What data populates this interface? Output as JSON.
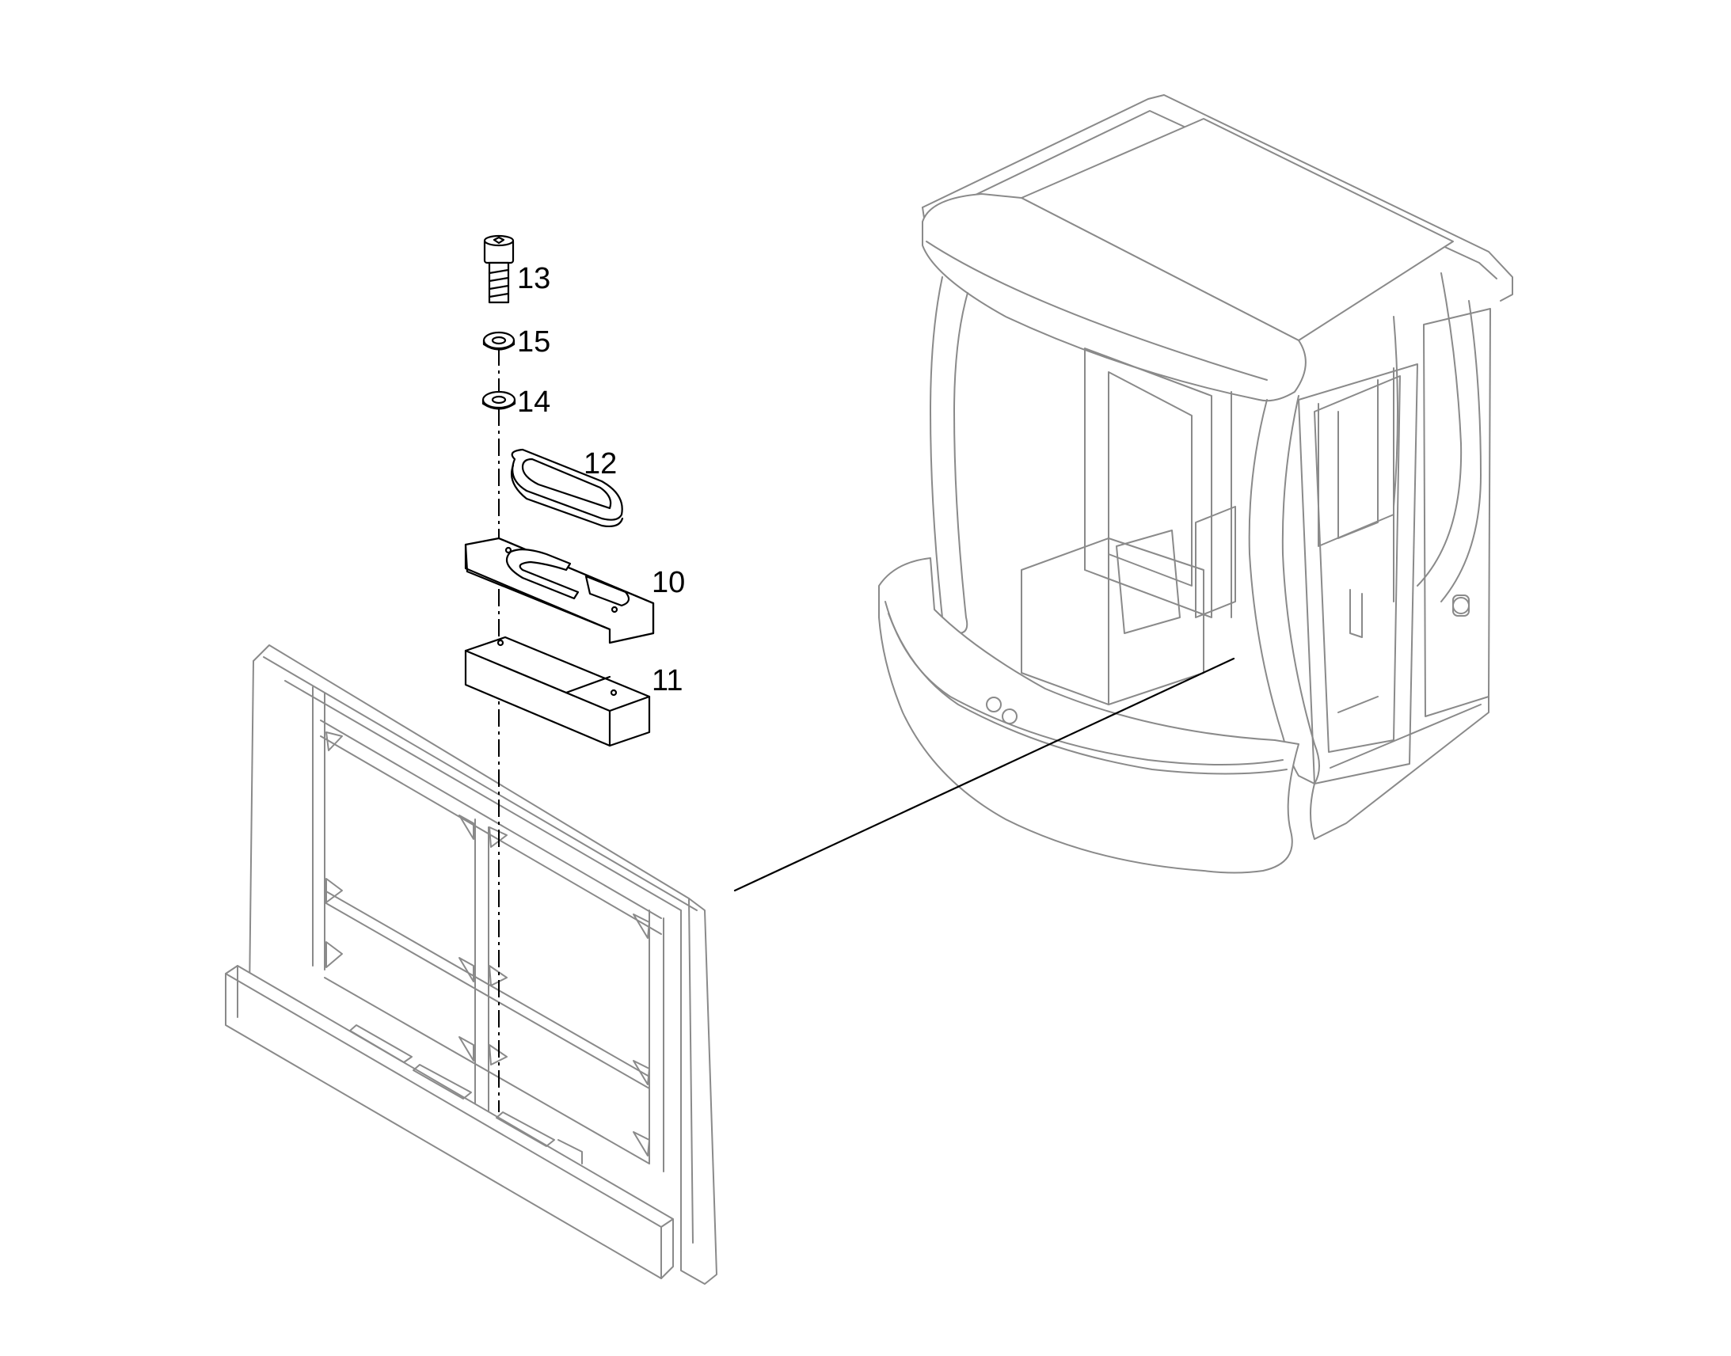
{
  "diagram": {
    "callouts": [
      {
        "id": "13",
        "label": "13"
      },
      {
        "id": "15",
        "label": "15"
      },
      {
        "id": "14",
        "label": "14"
      },
      {
        "id": "12",
        "label": "12"
      },
      {
        "id": "10",
        "label": "10"
      },
      {
        "id": "11",
        "label": "11"
      }
    ],
    "parts": [
      {
        "name": "cap-screw-icon",
        "callout": "13"
      },
      {
        "name": "lock-washer-icon",
        "callout": "15"
      },
      {
        "name": "flat-washer-icon",
        "callout": "14"
      },
      {
        "name": "rubber-pad-icon",
        "callout": "12"
      },
      {
        "name": "bracket-plate-icon",
        "callout": "10"
      },
      {
        "name": "spacer-block-icon",
        "callout": "11"
      }
    ],
    "colors": {
      "line": "#8a8a8a",
      "ink": "#000000",
      "background": "#ffffff"
    }
  }
}
